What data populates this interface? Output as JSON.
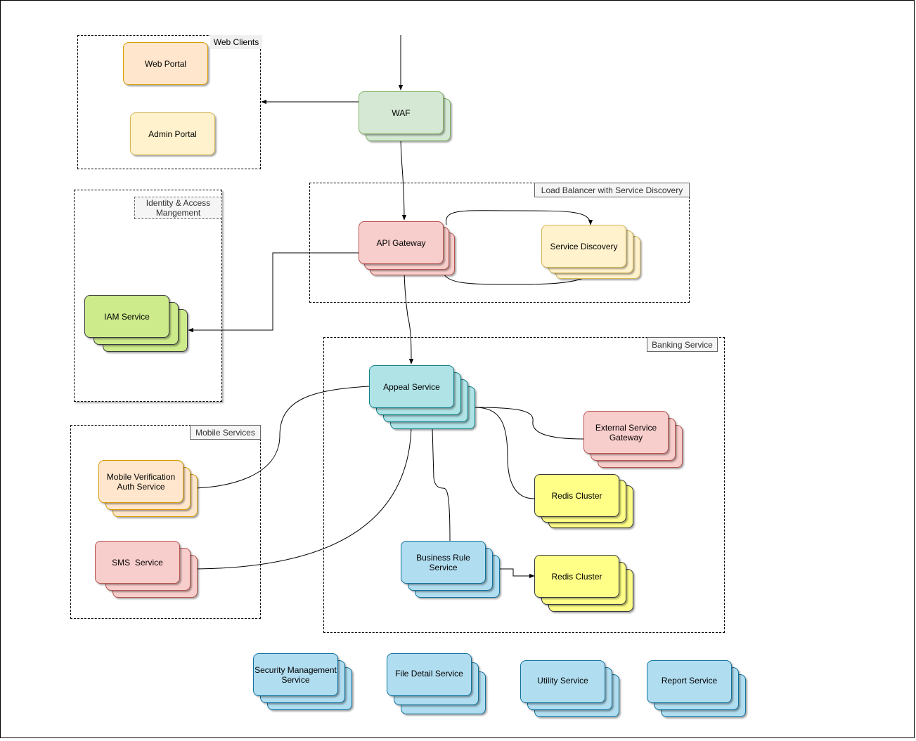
{
  "groups": {
    "web_clients": "Web Clients",
    "identity_access": "Identity & Access Mangement",
    "load_balancer": "Load Balancer with Service Discovery",
    "banking": "Banking Service",
    "mobile": "Mobile Services"
  },
  "nodes": {
    "web_portal": "Web Portal",
    "admin_portal": "Admin Portal",
    "waf": "WAF",
    "api_gateway": "API Gateway",
    "service_discovery": "Service Discovery",
    "iam_service": "IAM Service",
    "appeal_service": "Appeal Service",
    "external_gateway": "External Service Gateway",
    "redis_cluster_1": "Redis Cluster",
    "redis_cluster_2": "Redis Cluster",
    "business_rule": "Business Rule Service",
    "mobile_verification": "Mobile Verification Auth Service",
    "sms_service": "SMS  Service",
    "security_management": "Security Management Service",
    "file_detail": "File Detail Service",
    "utility_service": "Utility Service",
    "report_service": "Report Service"
  },
  "colors": {
    "orange_fill": "#ffe6cc",
    "orange_stroke": "#d79b00",
    "yellow_light_fill": "#fff2cc",
    "yellow_light_stroke": "#d6b656",
    "green_fill": "#d5e8d4",
    "green_stroke": "#82b366",
    "red_fill": "#f8cecc",
    "red_stroke": "#b85450",
    "lime_fill": "#cdeb8b",
    "lime_stroke": "#36393d",
    "teal_fill": "#b0e3e6",
    "teal_stroke": "#0e8088",
    "blue_fill": "#b1ddf0",
    "blue_stroke": "#10739e",
    "yellow_fill": "#ffff88",
    "yellow_stroke": "#36393d"
  }
}
